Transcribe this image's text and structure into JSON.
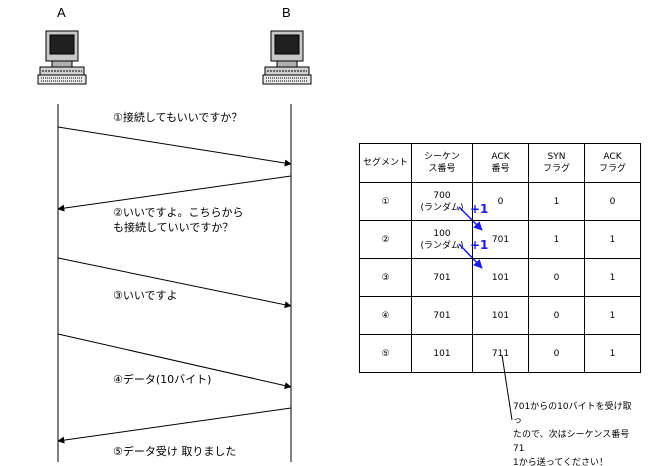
{
  "hosts": {
    "a_label": "A",
    "b_label": "B"
  },
  "messages": {
    "m1": "①接続してもいいですか？",
    "m2_line1": "②いいですよ。こちらから",
    "m2_line2": "も接続していいですか？",
    "m3": "③いいですよ",
    "m4": "④データ(10バイト)",
    "m5": "⑤データ受け 取りました"
  },
  "table": {
    "headers": [
      "セグメント",
      "シーケン\nス番号",
      "ACK\n番号",
      "SYN\nフラグ",
      "ACK\nフラグ"
    ],
    "rows": [
      [
        "①",
        "700\n(ランダム)",
        "0",
        "1",
        "0"
      ],
      [
        "②",
        "100\n(ランダム)",
        "701",
        "1",
        "1"
      ],
      [
        "③",
        "701",
        "101",
        "0",
        "1"
      ],
      [
        "④",
        "701",
        "101",
        "0",
        "1"
      ],
      [
        "⑤",
        "101",
        "711",
        "0",
        "1"
      ]
    ]
  },
  "increments": {
    "first": "+1",
    "second": "+1"
  },
  "note": "701からの10バイトを受け取っ\nたので、次はシーケンス番号71\n1から送ってください！",
  "colors": {
    "increment_arrow": "#1a1aff",
    "lines": "#000000"
  },
  "icons": [
    "computer-icon-a",
    "computer-icon-b"
  ]
}
